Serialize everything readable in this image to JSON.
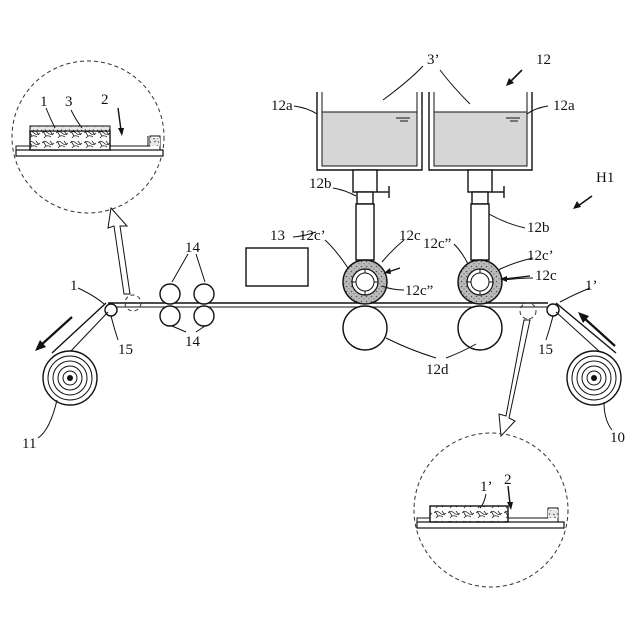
{
  "labels": {
    "l_12": "12",
    "l_3p": "3’",
    "l_12a_left": "12a",
    "l_12a_right": "12a",
    "l_12b_left": "12b",
    "l_12b_right": "12b",
    "l_H1": "H1",
    "l_13": "13",
    "l_12c_top": "12c",
    "l_12cp_left": "12c’",
    "l_12cpp_right": "12c”",
    "l_12cp_right": "12c’",
    "l_12c_right": "12c",
    "l_12cpp_left": "12c”",
    "l_14_top": "14",
    "l_14_bottom": "14",
    "l_1": "1",
    "l_1p": "1’",
    "l_15_left": "15",
    "l_15_right": "15",
    "l_12d": "12d",
    "l_11": "11",
    "l_10": "10",
    "inset_left_1": "1",
    "inset_left_3": "3",
    "inset_left_2": "2",
    "inset_right_1p": "1’",
    "inset_right_2": "2"
  }
}
